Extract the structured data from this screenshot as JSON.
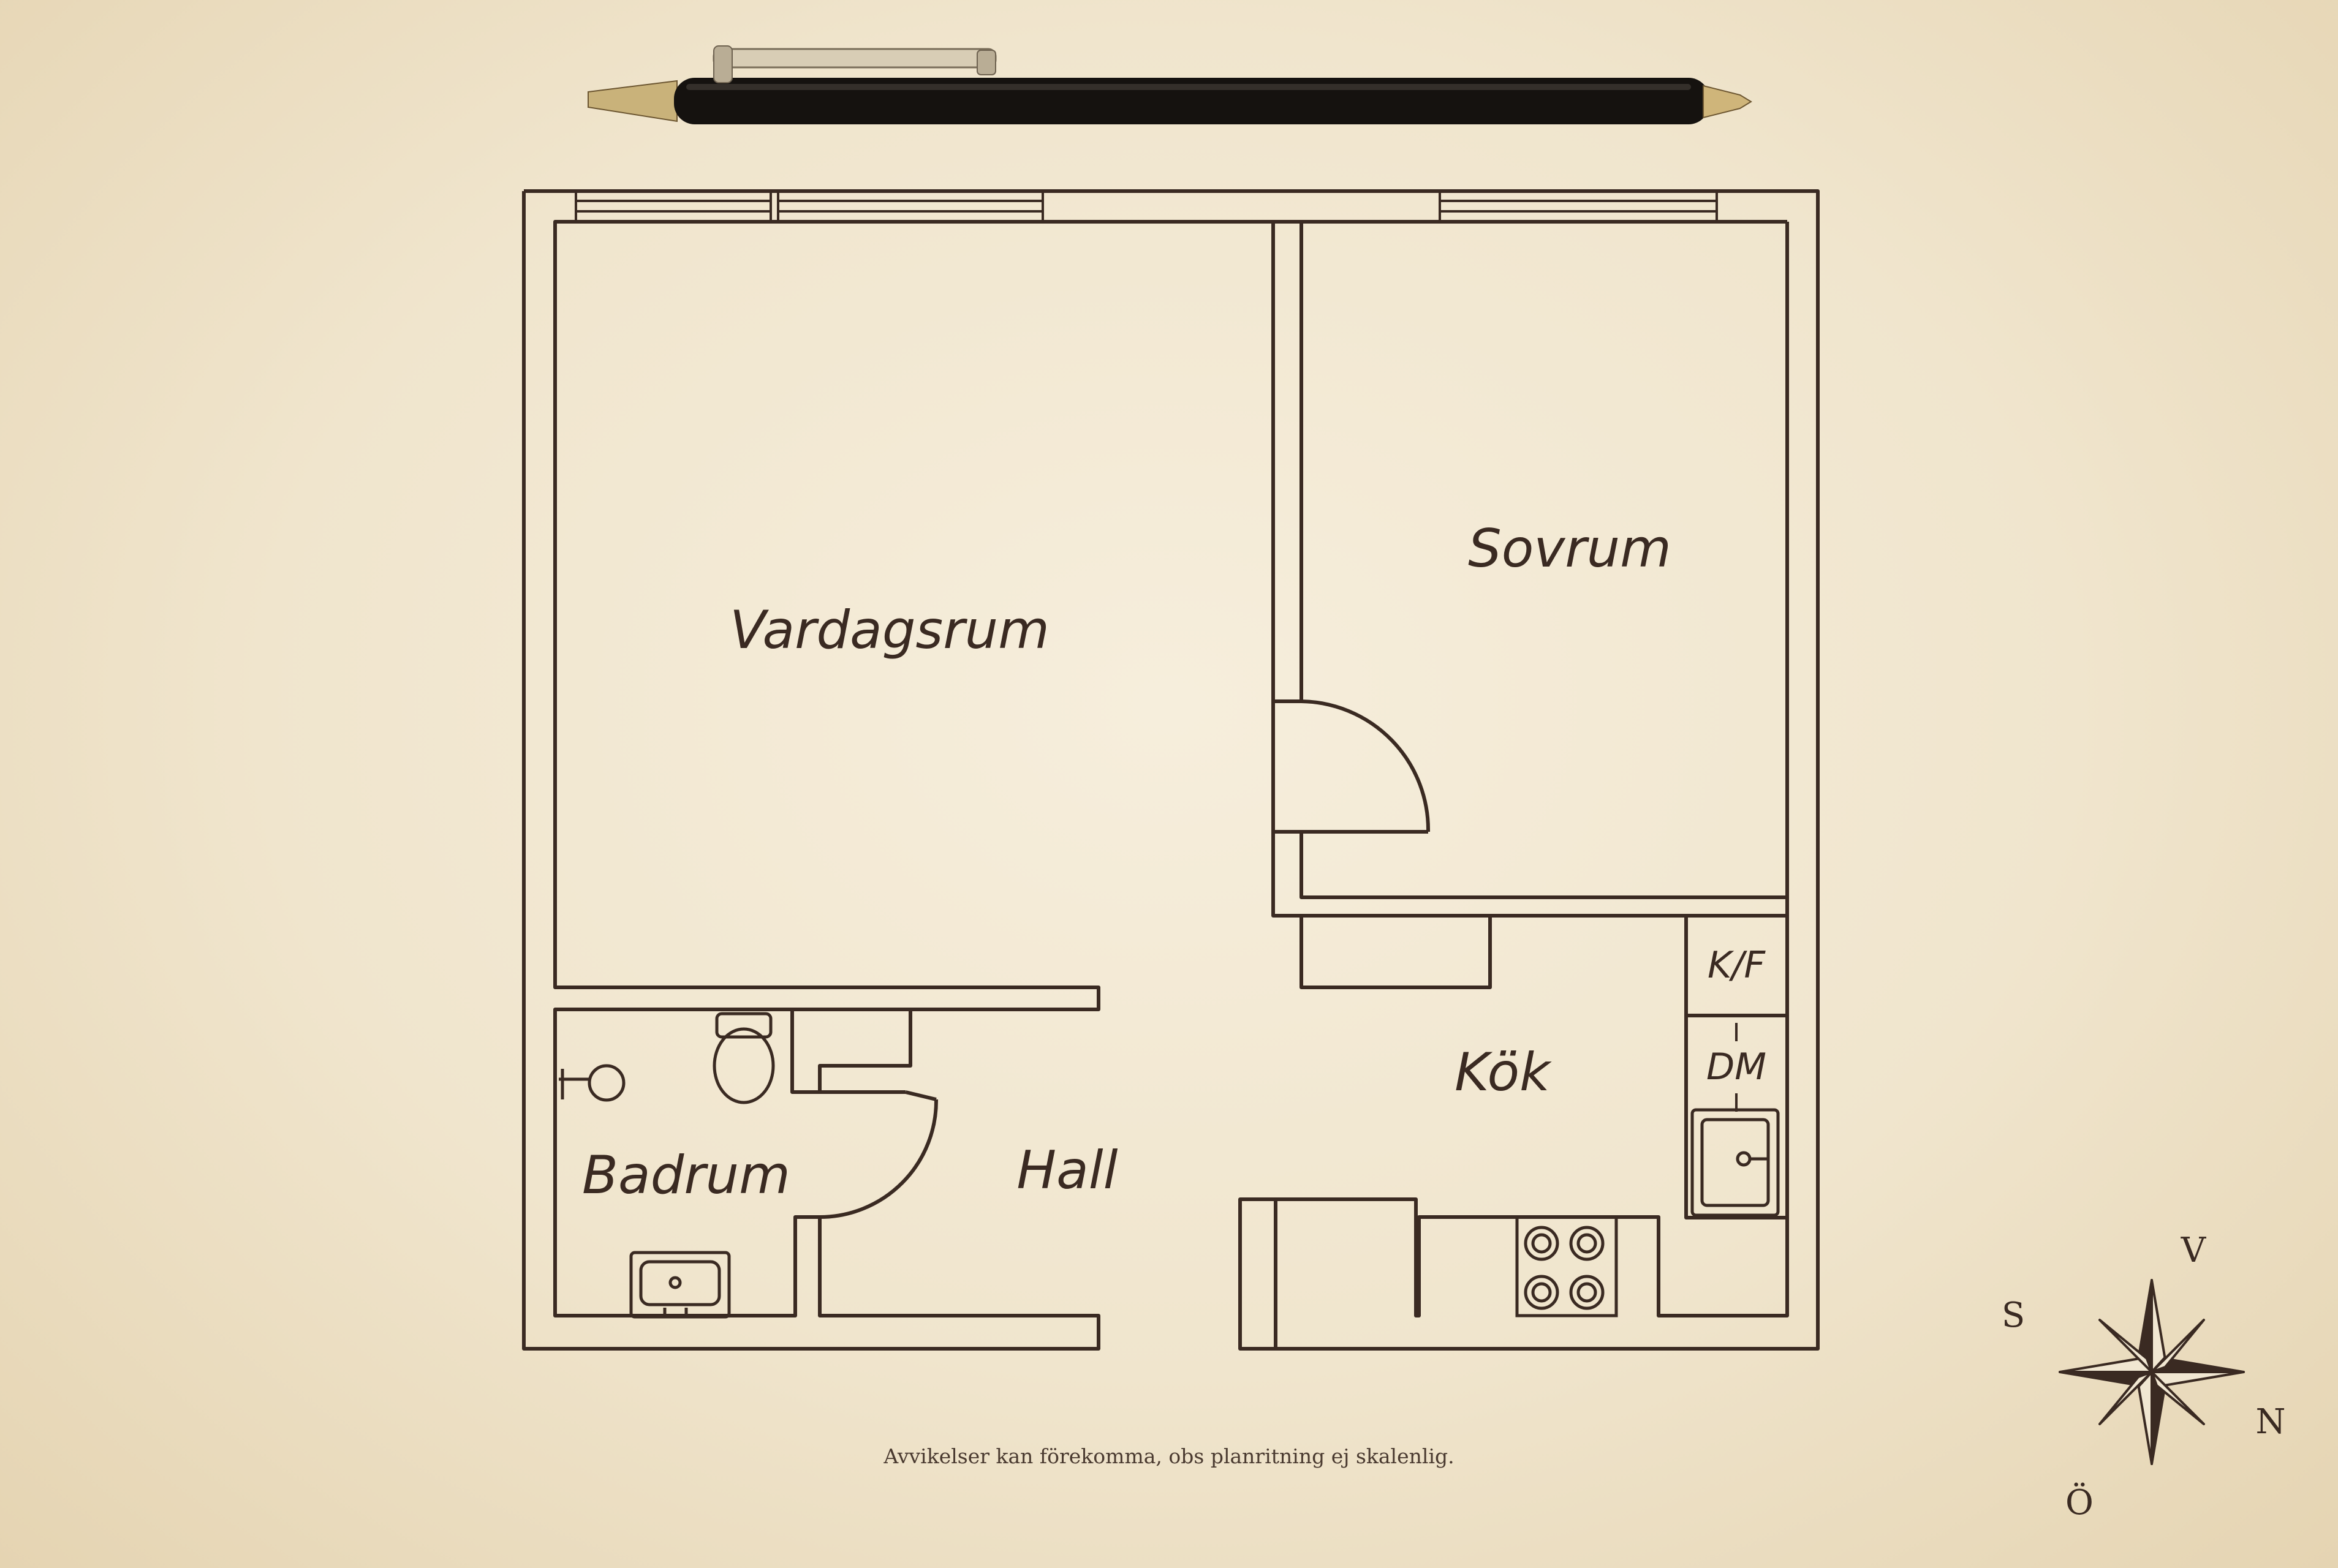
{
  "rooms": {
    "vardagsrum": "Vardagsrum",
    "sovrum": "Sovrum",
    "kok": "Kök",
    "hall": "Hall",
    "badrum": "Badrum"
  },
  "appliances": {
    "fridge_freezer": "K/F",
    "dishwasher": "DM"
  },
  "compass": {
    "north": "N",
    "south": "S",
    "east": "Ö",
    "west": "V"
  },
  "disclaimer": "Avvikelser kan förekomma, obs planritning ej skalenlig.",
  "colors": {
    "ink": "#3a2a22",
    "paper": "#f1e7d2"
  },
  "icons": {
    "pen": "ballpoint-pen-icon",
    "compass": "compass-rose-icon"
  }
}
